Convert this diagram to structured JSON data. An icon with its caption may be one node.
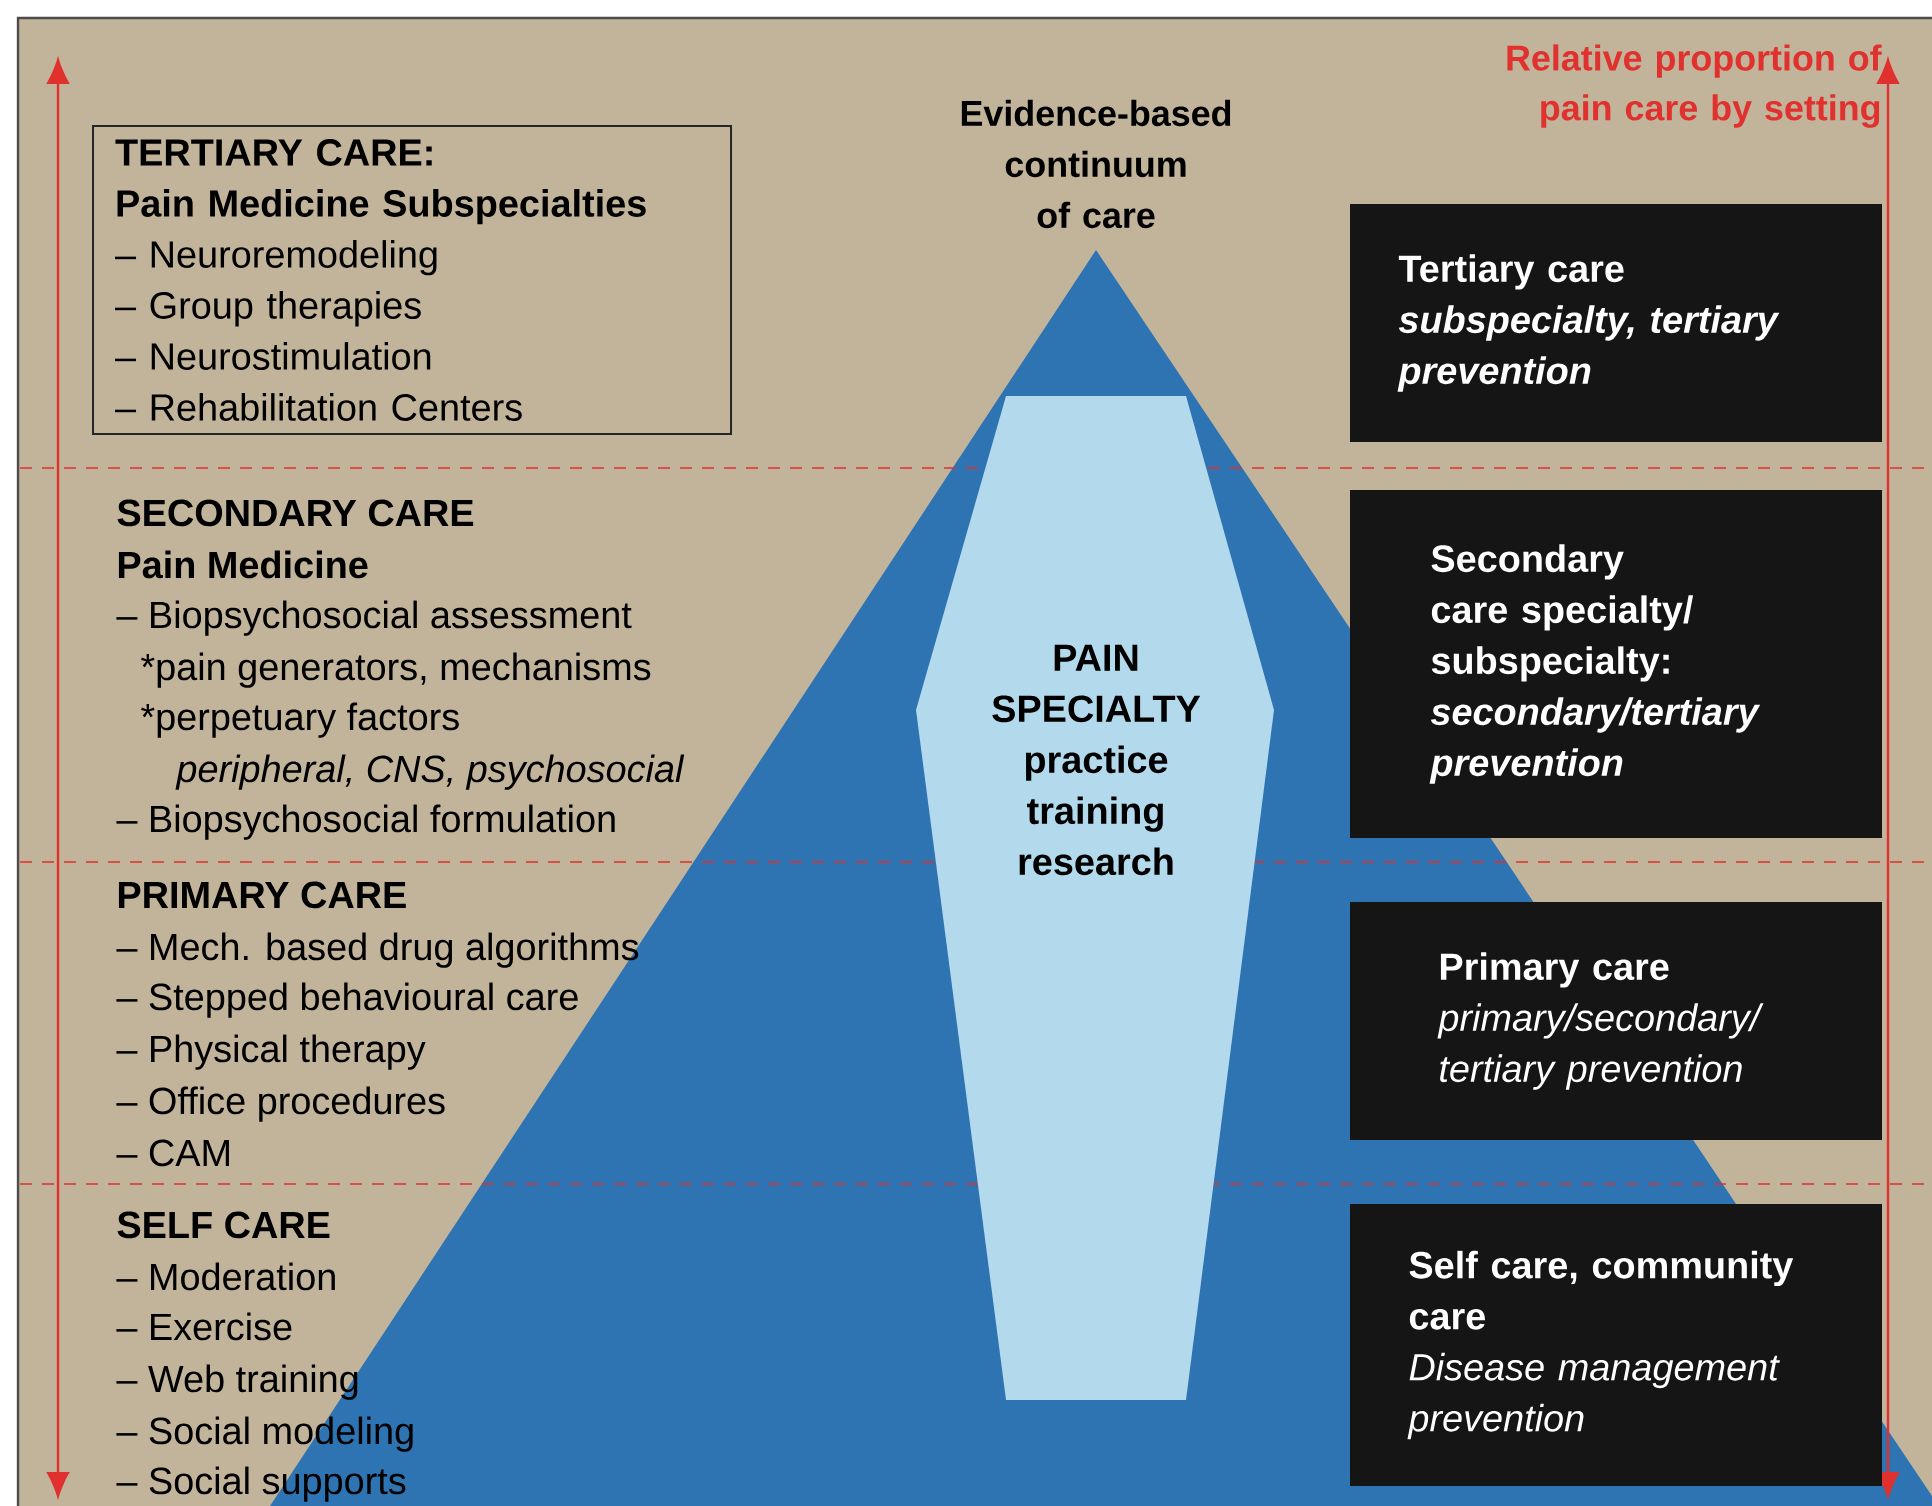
{
  "diagram": {
    "title": "Evidence-based continuum of care",
    "nodes": [
      {
        "text": [
          "TERTIARY CARE:",
          "Pain Medicine Subspecialties",
          "– Neuroremodeling",
          "– Group therapies",
          "– Neurostimulation",
          "– Rehabilitation Centers"
        ]
      },
      {
        "text": [
          "PAIN SPECIALTY",
          "practice training research"
        ]
      },
      {
        "text": [
          "Tertiary care",
          "subspecialty, tertiary prevention"
        ]
      },
      {
        "text": [
          "Secondary care specialty/ subspecialty:",
          "secondary/tertiary prevention"
        ]
      },
      {
        "text": [
          "Primary care",
          "primary/secondary/ tertiary prevention"
        ]
      },
      {
        "text": [
          "Self care, community care",
          "Disease management prevention"
        ]
      }
    ],
    "labels": [
      "Relative proportion of pain care by setting",
      "SECONDARY CARE",
      "Pain Medicine",
      "– Biopsychosocial assessment",
      "*pain generators, mechanisms",
      "*perpetuary factors",
      "peripheral, CNS, psychosocial",
      "– Biopsychosocial formulation",
      "PRIMARY CARE",
      "– Mech. based drug algorithms",
      "– Stepped behavioural care",
      "– Physical therapy",
      "– Office procedures",
      "– CAM",
      "SELF CARE",
      "– Moderation",
      "– Exercise",
      "– Web training",
      "– Social modeling",
      "– Social supports"
    ]
  }
}
